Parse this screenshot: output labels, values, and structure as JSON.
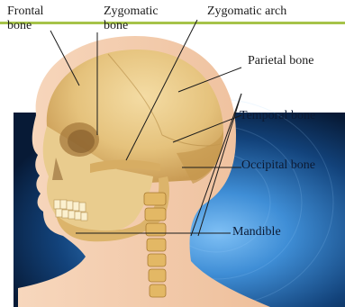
{
  "colors": {
    "top_rule": "#a6c34a",
    "background_dark": "#0a2347",
    "background_glow": "#3f8ed6",
    "skin": "#f3c9a8",
    "bone": "#e9c986",
    "bone_shadow": "#c9a25b",
    "spine": "#e8c170",
    "leader_line": "#1b1b1b"
  },
  "labels": {
    "frontal": {
      "line1": "Frontal",
      "line2": "bone"
    },
    "zygomatic_bone": {
      "line1": "Zygomatic",
      "line2": "bone"
    },
    "zygomatic_arch": "Zygomatic arch",
    "parietal": "Parietal bone",
    "temporal": "Temporal bone",
    "occipital": "Occipital bone",
    "mandible": "Mandible"
  }
}
